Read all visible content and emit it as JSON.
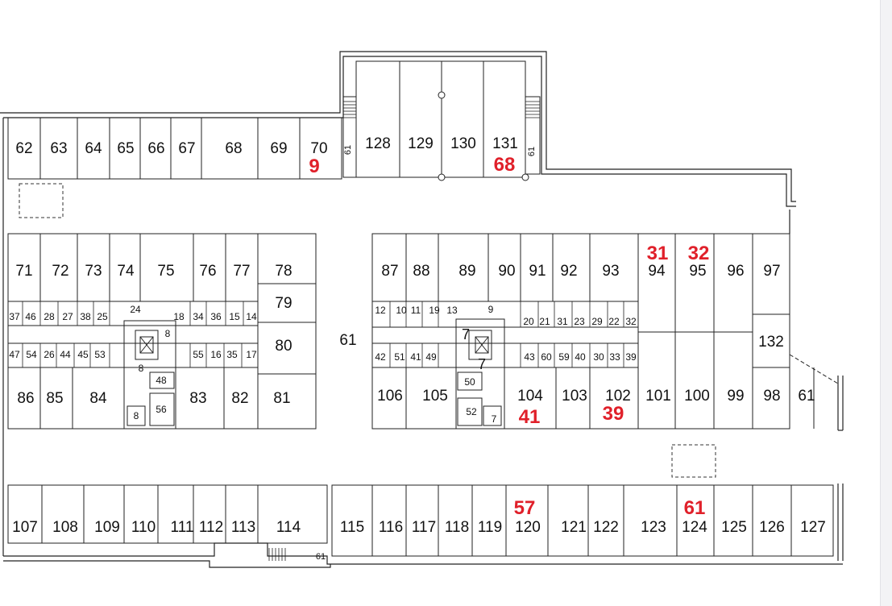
{
  "floor_plan": {
    "aisle_label": "61",
    "stair_label": "61",
    "stair_labels": [
      "61",
      "61",
      "61",
      "61"
    ],
    "top_row": [
      "62",
      "63",
      "64",
      "65",
      "66",
      "67",
      "68",
      "69",
      "70"
    ],
    "top_annex": [
      "128",
      "129",
      "130",
      "131"
    ],
    "left_block_top": [
      "71",
      "72",
      "73",
      "74",
      "75",
      "76",
      "77",
      "78"
    ],
    "right_block_top": [
      "87",
      "88",
      "89",
      "90",
      "91",
      "92",
      "93",
      "94",
      "95",
      "96",
      "97"
    ],
    "left_block_bottom": [
      "86",
      "85",
      "84",
      "83",
      "82",
      "81"
    ],
    "right_block_bottom": [
      "106",
      "105",
      "104",
      "103",
      "102",
      "101",
      "100",
      "99",
      "98"
    ],
    "left_side": [
      "79",
      "80"
    ],
    "right_side_extra": [
      "132",
      "61"
    ],
    "bottom_row_left": [
      "107",
      "108",
      "109",
      "110",
      "111",
      "112",
      "113",
      "114"
    ],
    "bottom_row_right": [
      "115",
      "116",
      "117",
      "118",
      "119",
      "120",
      "121",
      "122",
      "123",
      "124",
      "125",
      "126",
      "127"
    ],
    "small_left_upper": [
      "37",
      "46",
      "28",
      "27",
      "38",
      "25",
      "24",
      "18",
      "34",
      "36",
      "15",
      "14"
    ],
    "small_left_lower": [
      "47",
      "54",
      "26",
      "44",
      "45",
      "53",
      "55",
      "16",
      "35",
      "17"
    ],
    "small_left_core": [
      "8",
      "8",
      "48",
      "56",
      "8"
    ],
    "small_right_upper": [
      "12",
      "10",
      "11",
      "19",
      "13",
      "9",
      "20",
      "21",
      "31",
      "23",
      "29",
      "22",
      "32"
    ],
    "small_right_lower": [
      "42",
      "51",
      "41",
      "49",
      "43",
      "60",
      "59",
      "40",
      "30",
      "33",
      "39"
    ],
    "small_right_core": [
      "7",
      "7",
      "50",
      "52",
      "7"
    ],
    "markers": [
      "9",
      "68",
      "31",
      "32",
      "41",
      "39",
      "57",
      "61"
    ]
  }
}
